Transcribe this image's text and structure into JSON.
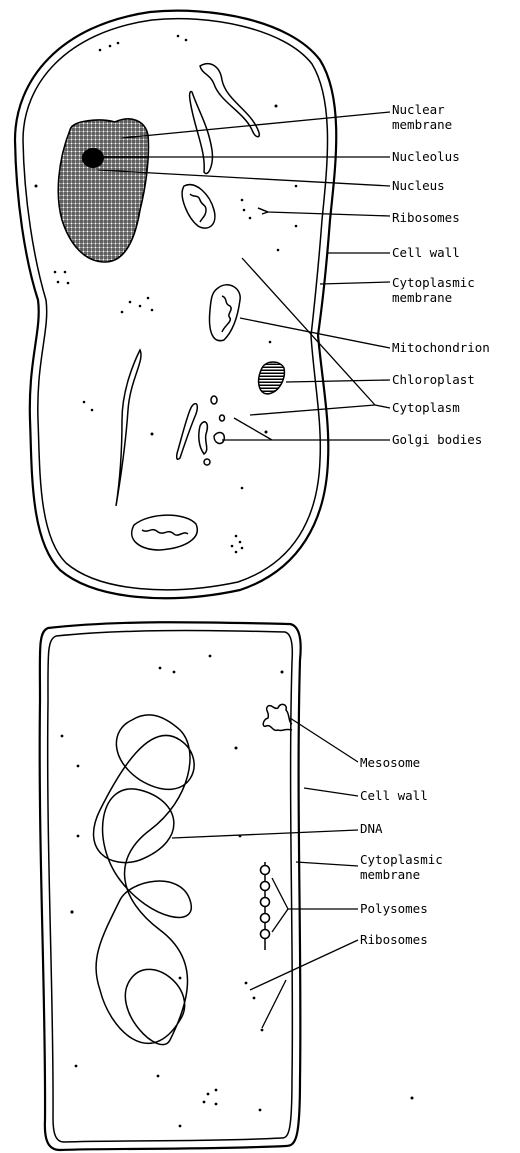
{
  "eukaryote": {
    "labels": {
      "nuclear_membrane_1": "Nuclear",
      "nuclear_membrane_2": "membrane",
      "nucleolus": "Nucleolus",
      "nucleus": "Nucleus",
      "ribosomes": "Ribosomes",
      "cell_wall": "Cell wall",
      "cytoplasmic_membrane_1": "Cytoplasmic",
      "cytoplasmic_membrane_2": "membrane",
      "mitochondrion": "Mitochondrion",
      "chloroplast": "Chloroplast",
      "cytoplasm": "Cytoplasm",
      "golgi_bodies": "Golgi bodies"
    }
  },
  "prokaryote": {
    "labels": {
      "mesosome": "Mesosome",
      "cell_wall": "Cell wall",
      "dna": "DNA",
      "cytoplasmic_membrane_1": "Cytoplasmic",
      "cytoplasmic_membrane_2": "membrane",
      "polysomes": "Polysomes",
      "ribosomes": "Ribosomes"
    }
  }
}
